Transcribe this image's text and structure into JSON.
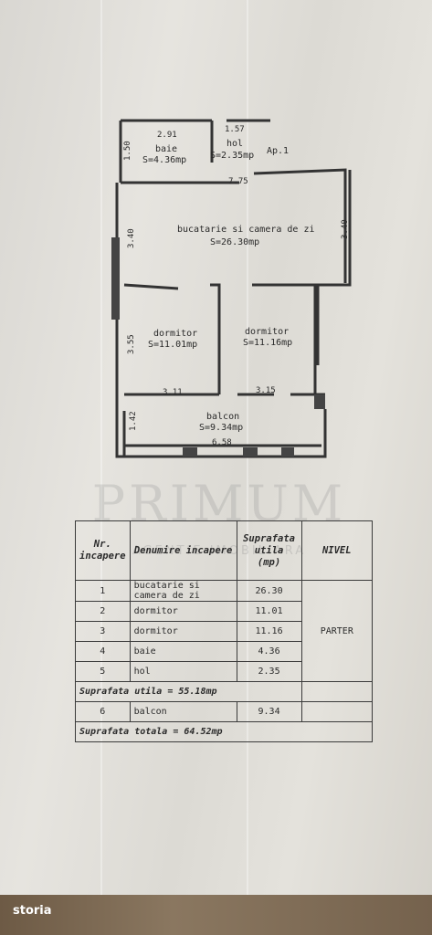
{
  "plan": {
    "apartment_label": "Ap.1",
    "rooms": [
      {
        "name": "baie",
        "area": "S=4.36mp"
      },
      {
        "name": "hol",
        "area": "S=2.35mp"
      },
      {
        "name": "bucatarie si camera de zi",
        "area": "S=26.30mp"
      },
      {
        "name": "dormitor",
        "area": "S=11.01mp"
      },
      {
        "name": "dormitor",
        "area": "S=11.16mp"
      },
      {
        "name": "balcon",
        "area": "S=9.34mp"
      }
    ],
    "dimensions": [
      "2.91",
      "1.57",
      "1.50",
      "7.75",
      "3.40",
      "3.40",
      "3.55",
      "3.11",
      "3.15",
      "1.42",
      "6.58"
    ]
  },
  "watermark": {
    "brand": "PRIMUM",
    "sub": "AGENTIE IMOBILIARA"
  },
  "table": {
    "headers": [
      "Nr. incapere",
      "Denumire incapere",
      "Suprafata utila (mp)",
      "NIVEL"
    ],
    "rows": [
      {
        "nr": "1",
        "name": "bucatarie si camera de zi",
        "area": "26.30"
      },
      {
        "nr": "2",
        "name": "dormitor",
        "area": "11.01"
      },
      {
        "nr": "3",
        "name": "dormitor",
        "area": "11.16"
      },
      {
        "nr": "4",
        "name": "baie",
        "area": "4.36"
      },
      {
        "nr": "5",
        "name": "hol",
        "area": "2.35"
      }
    ],
    "level": "PARTER",
    "subtotal": "Suprafata utila = 55.18mp",
    "balcony_row": {
      "nr": "6",
      "name": "balcon",
      "area": "9.34"
    },
    "total": "Suprafata totala = 64.52mp"
  },
  "footer": {
    "brand": "storia"
  }
}
